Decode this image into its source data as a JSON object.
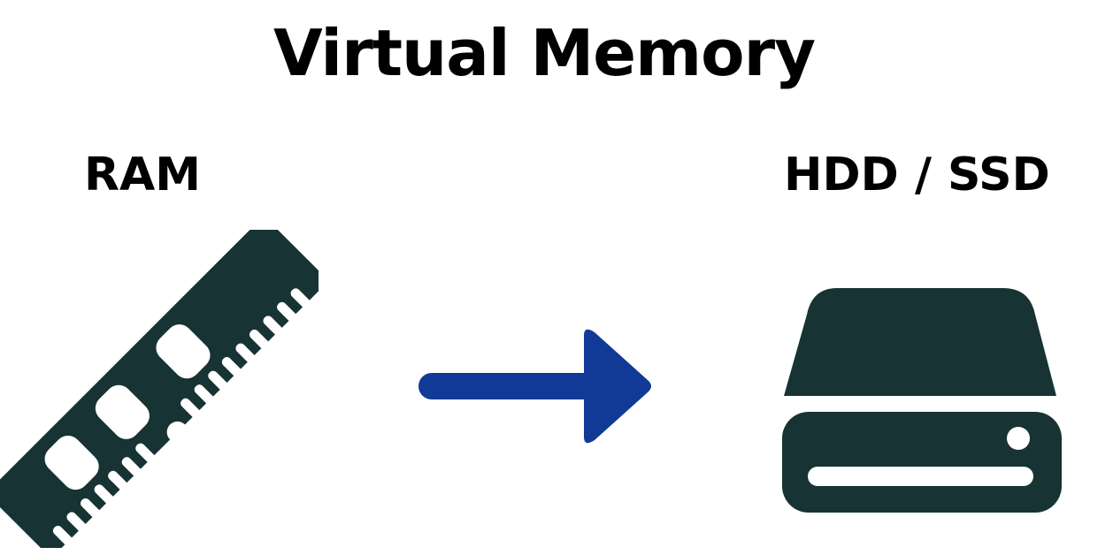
{
  "title": "Virtual Memory",
  "source_label": "RAM",
  "target_label": "HDD / SSD",
  "icons": {
    "source": "ram-module-icon",
    "arrow": "arrow-right-icon",
    "target": "hard-drive-icon"
  },
  "colors": {
    "icon_fill": "#173334",
    "arrow": "#113a96",
    "text": "#000000",
    "background": "#ffffff"
  }
}
